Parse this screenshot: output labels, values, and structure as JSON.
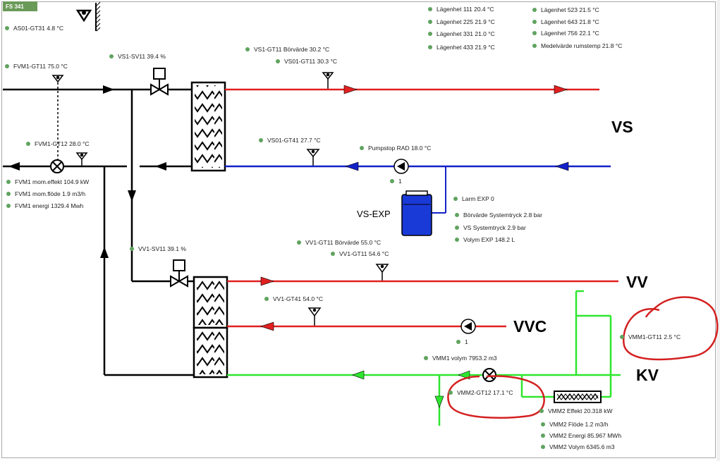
{
  "badge": "FS 341",
  "outdoor": "AS01-GT31 4.8 °C",
  "apartments_left": [
    "Lägenhet 111 20.4 °C",
    "Lägenhet 225 21.9 °C",
    "Lägenhet 331 21.0 °C",
    "Lägenhet 433 21.9 °C"
  ],
  "apartments_right": [
    "Lägenhet 523 21.5 °C",
    "Lägenhet 643 21.8 °C",
    "Lägenhet 756 22.1 °C",
    "Medelvärde rumstemp 21.8 °C"
  ],
  "district_heating": {
    "supply_temp": "FVM1-GT11 75.0 °C",
    "return_temp": "FVM1-GT12 28.0 °C",
    "power": "FVM1 mom.effekt 104.9 kW",
    "flow": "FVM1 mom.flöde 1.9 m3/h",
    "energy": "FVM1 energi 1329.4 Mwh"
  },
  "heating": {
    "valve": "VS1-SV11 39.4 %",
    "setpoint": "VS1-GT11 Börvärde 30.2 °C",
    "supply_temp": "VS01-GT11 30.3 °C",
    "return_temp": "VS01-GT41 27.7 °C",
    "pump_stop": "Pumpstop RAD 18.0 °C",
    "pump_number": "1",
    "circuit_label": "VS"
  },
  "expansion": {
    "label": "VS-EXP",
    "alarm": "Larm EXP 0",
    "setpoint_pressure": "Börvärde Systemtryck 2.8 bar",
    "pressure": "VS Systemtryck 2.9 bar",
    "volume": "Volym EXP 148.2 L"
  },
  "hot_water": {
    "valve": "VV1-SV11 39.1 %",
    "setpoint": "VV1-GT11 Börvärde 55.0 °C",
    "supply_temp": "VV1-GT11 54.6 °C",
    "circ_temp": "VV1-GT41 54.0 °C",
    "vv_label": "VV",
    "vvc_label": "VVC",
    "pump_number": "1"
  },
  "cold_water": {
    "kv_label": "KV",
    "temp": "VMM1-GT11 2.5 °C",
    "volume": "VMM1 volym 7953.2 m3",
    "temp2": "VMM2-GT12 17.1 °C",
    "power": "VMM2 Effekt 20.318 kW",
    "flow": "VMM2 Flöde 1.2 m3/h",
    "energy": "VMM2 Energi 85.967 MWh",
    "vm2_volume": "VMM2 Volym 6345.6 m3"
  },
  "colors": {
    "supply": "#e02020",
    "return": "#1420c8",
    "cold": "#2ee62e",
    "primary": "#000000",
    "tank": "#1a3ad8",
    "annotation": "#d42020",
    "dot": "#5fa35f"
  }
}
